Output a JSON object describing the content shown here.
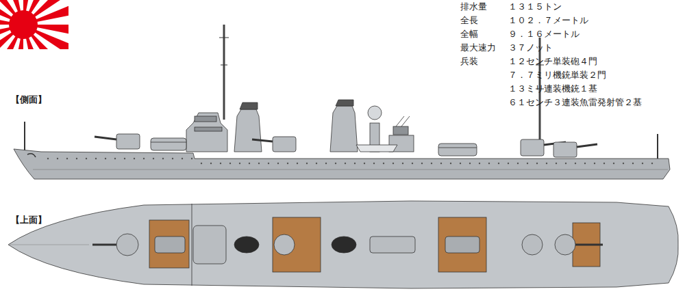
{
  "diagram": {
    "labels": [
      "排水量",
      "１３１５トン",
      "全長",
      "１０２．７メートル",
      "全幅",
      "９．１６メートル",
      "最大速力",
      "３７ノット",
      "兵装",
      "１２センチ単装砲４門",
      "７．７ミリ機銃単装２門",
      "１３ミリ連装機銃１基",
      "６１センチ３連装魚雷発射管２基",
      "【側面】",
      "【上面】"
    ]
  }
}
